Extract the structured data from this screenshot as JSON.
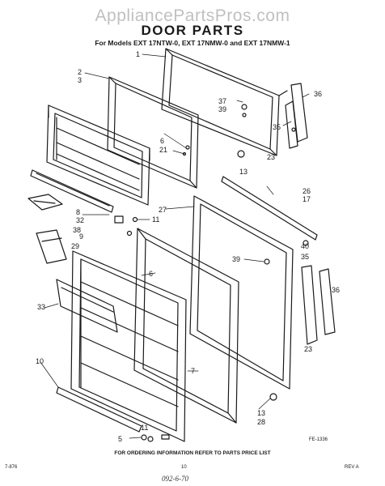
{
  "watermark": "AppliancePartsPros.com",
  "header": {
    "title": "DOOR PARTS",
    "subtitle": "For Models EXT 17NTW-0, EXT 17NMW-0 and EXT 17NMW-1"
  },
  "footer": {
    "ordering_note": "FOR ORDERING INFORMATION REFER TO PARTS PRICE LIST",
    "left_code": "7-876",
    "page_number": "10",
    "revision": "REV A",
    "figure_code": "FE-1336",
    "handwritten_note": "092-6-70"
  },
  "callouts": [
    "1",
    "2",
    "3",
    "37",
    "39",
    "36",
    "6",
    "35",
    "21",
    "23",
    "13",
    "26",
    "17",
    "27",
    "8",
    "32",
    "38",
    "11",
    "9",
    "29",
    "40",
    "35",
    "39",
    "36",
    "6",
    "33",
    "23",
    "7",
    "10",
    "13",
    "28",
    "11",
    "5"
  ],
  "colors": {
    "ink": "#1a1a1a",
    "watermark": "#8c8c8c",
    "background": "#ffffff"
  },
  "icons": [
    "door-gasket-frame",
    "freezer-door-assembly",
    "hinge",
    "shelf-bar",
    "butter-bin",
    "egg-tray",
    "door-stop",
    "screw",
    "fresh-food-door-assembly",
    "dairy-bin",
    "door-gasket",
    "toe-trim"
  ]
}
